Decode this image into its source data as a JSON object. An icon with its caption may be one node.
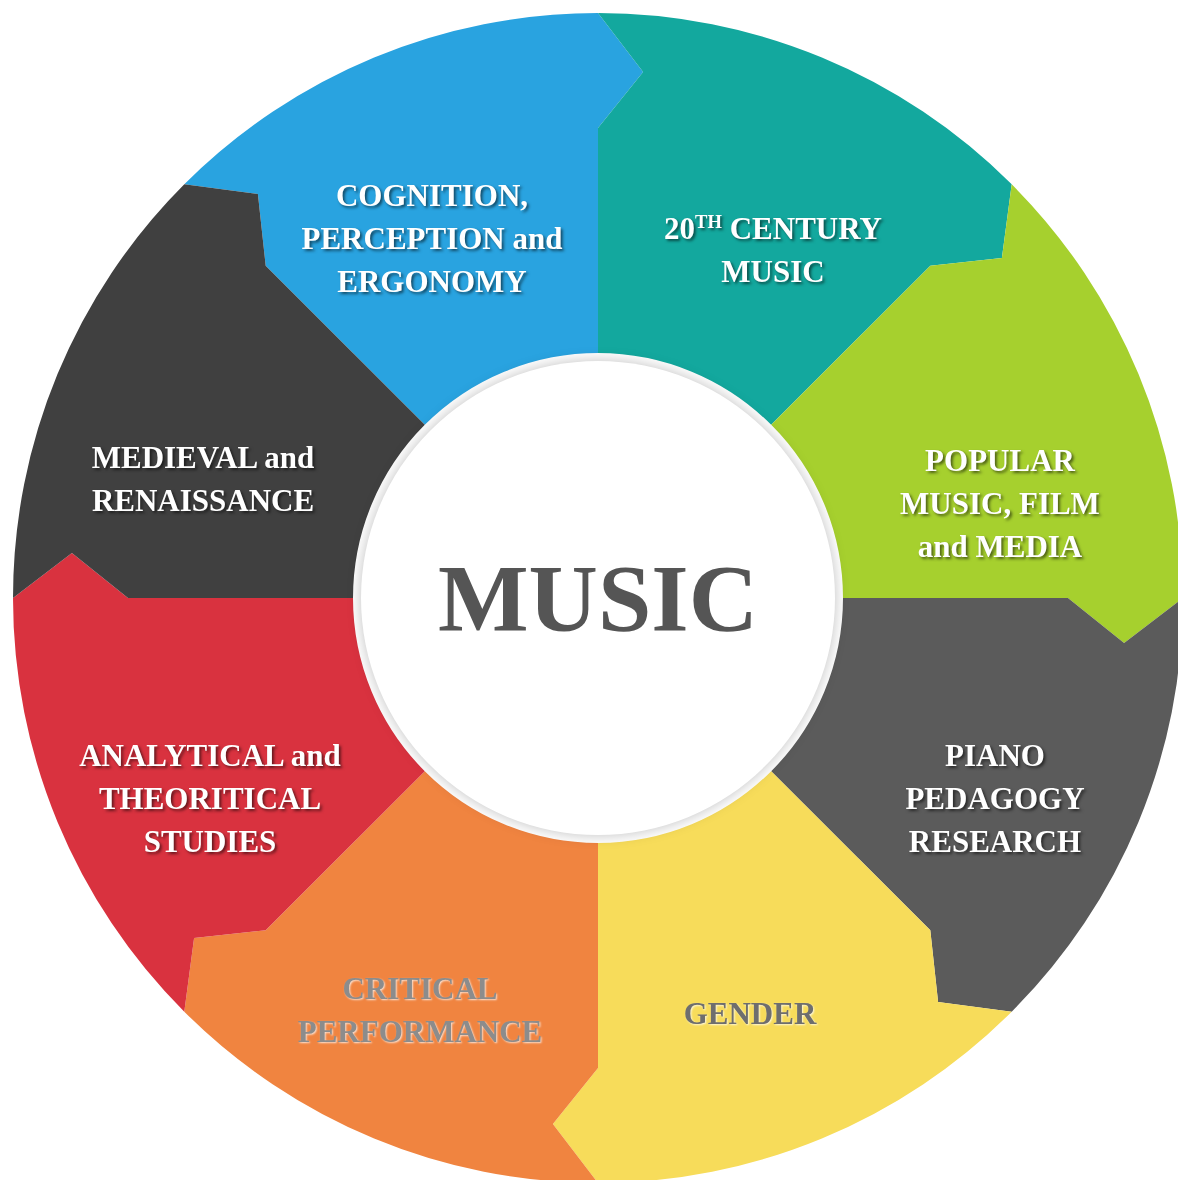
{
  "diagram": {
    "nodes": [
      {
        "text": [
          "MUSIC"
        ]
      },
      {
        "text": [
          "COGNITION, PERCEPTION and ERGONOMY"
        ]
      },
      {
        "text": [
          "20$^{TH}$ CENTURY MUSIC"
        ]
      },
      {
        "text": [
          "POPULAR MUSIC, FILM and MEDIA"
        ]
      },
      {
        "text": [
          "PIANO PEDAGOGY RESEARCH"
        ]
      },
      {
        "text": [
          "GENDER"
        ]
      },
      {
        "text": [
          "CRITICAL PERFORMANCE"
        ]
      },
      {
        "text": [
          "ANALYTICAL and THEORITICAL STUDIES"
        ]
      },
      {
        "text": [
          "MEDIEVAL and RENAISSANCE"
        ]
      }
    ]
  }
}
